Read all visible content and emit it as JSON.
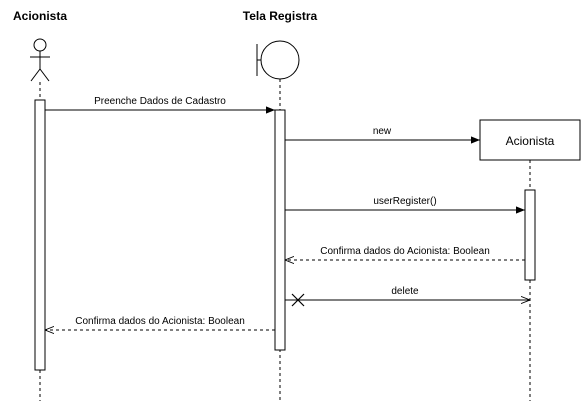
{
  "diagram": {
    "type": "sequence",
    "participants": [
      {
        "id": "actor",
        "kind": "actor",
        "label": "Acionista"
      },
      {
        "id": "boundary",
        "kind": "boundary",
        "label": "Tela Registra"
      },
      {
        "id": "entity",
        "kind": "object",
        "label": "Acionista"
      }
    ],
    "messages": [
      {
        "from": "actor",
        "to": "boundary",
        "label": "Preenche Dados de Cadastro",
        "style": "sync"
      },
      {
        "from": "boundary",
        "to": "entity",
        "label": "new",
        "style": "create"
      },
      {
        "from": "boundary",
        "to": "entity",
        "label": "userRegister()",
        "style": "sync"
      },
      {
        "from": "entity",
        "to": "boundary",
        "label": "Confirma dados do Acionista: Boolean",
        "style": "return"
      },
      {
        "from": "boundary",
        "to": "entity",
        "label": "delete",
        "style": "destroy"
      },
      {
        "from": "boundary",
        "to": "actor",
        "label": "Confirma dados do Acionista: Boolean",
        "style": "return"
      }
    ]
  }
}
